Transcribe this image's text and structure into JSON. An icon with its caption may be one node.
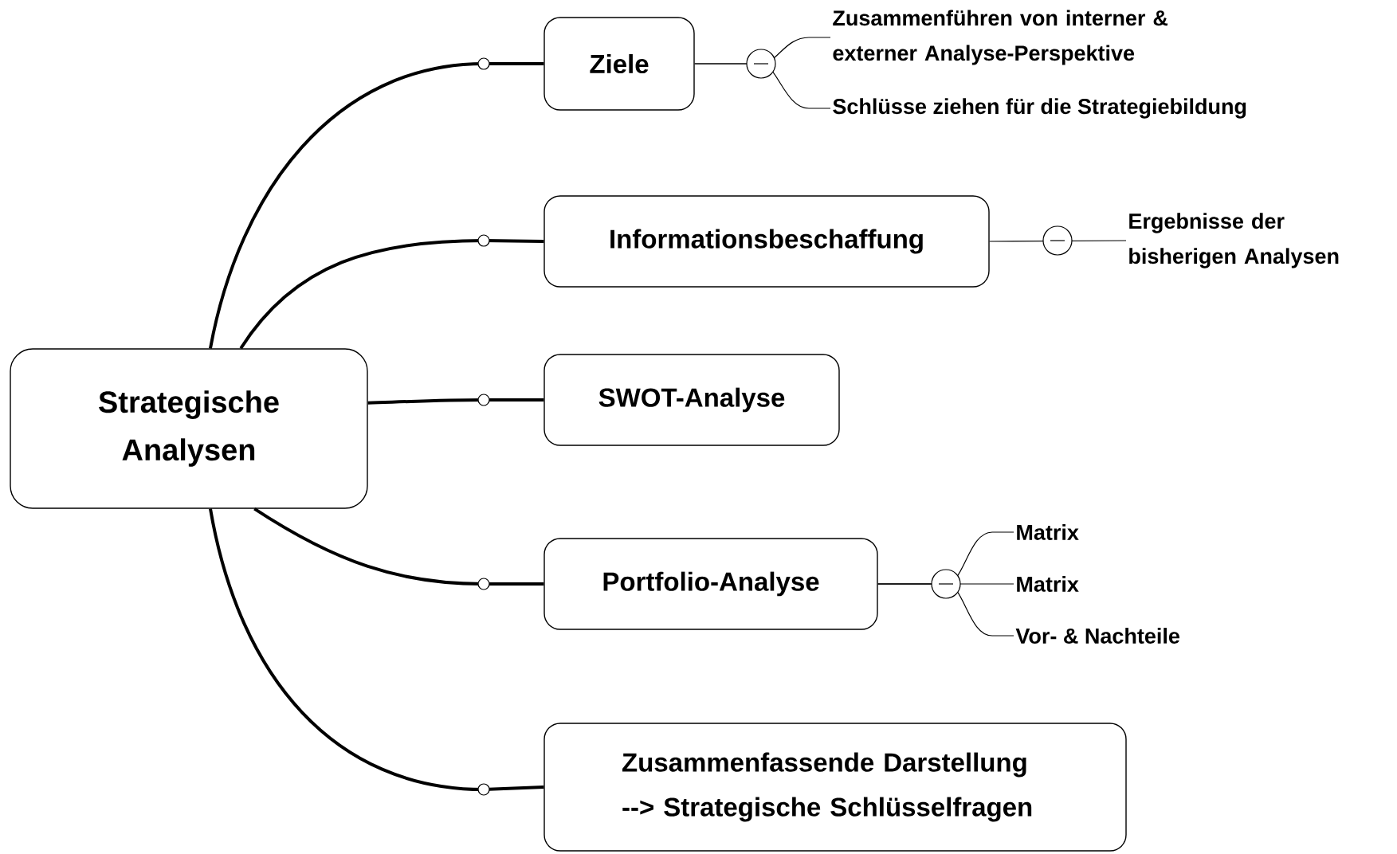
{
  "diagram": {
    "nodes": [
      {
        "text": [
          "Strategische Analysen"
        ]
      },
      {
        "text": [
          "Ziele"
        ]
      },
      {
        "text": [
          "Informationsbeschaffung"
        ]
      },
      {
        "text": [
          "SWOT-Analyse"
        ]
      },
      {
        "text": [
          "Portfolio-Analyse"
        ]
      },
      {
        "text": [
          "Zusammenfassende Darstellung --> Strategische Schlüsselfragen"
        ]
      },
      {
        "text": [
          "Zusammenführen von interner & externer Analyse-Perspektive"
        ]
      },
      {
        "text": [
          "Schlüsse ziehen für die Strategiebildung"
        ]
      },
      {
        "text": [
          "Ergebnisse der bisherigen Analysen"
        ]
      },
      {
        "text": [
          "Matrix"
        ]
      },
      {
        "text": [
          "Matrix"
        ]
      },
      {
        "text": [
          "Vor- & Nachteile"
        ]
      }
    ],
    "edges": [
      {
        "from": 0,
        "to": 1,
        "arrow": "none",
        "style": "thick"
      },
      {
        "from": 0,
        "to": 2,
        "arrow": "none",
        "style": "thick"
      },
      {
        "from": 0,
        "to": 3,
        "arrow": "none",
        "style": "thick"
      },
      {
        "from": 0,
        "to": 4,
        "arrow": "none",
        "style": "thick"
      },
      {
        "from": 0,
        "to": 5,
        "arrow": "none",
        "style": "thick"
      },
      {
        "from": 1,
        "to": 6,
        "arrow": "none"
      },
      {
        "from": 1,
        "to": 7,
        "arrow": "none"
      },
      {
        "from": 2,
        "to": 8,
        "arrow": "none"
      },
      {
        "from": 4,
        "to": 9,
        "arrow": "none"
      },
      {
        "from": 4,
        "to": 10,
        "arrow": "none"
      },
      {
        "from": 4,
        "to": 11,
        "arrow": "none"
      }
    ]
  }
}
